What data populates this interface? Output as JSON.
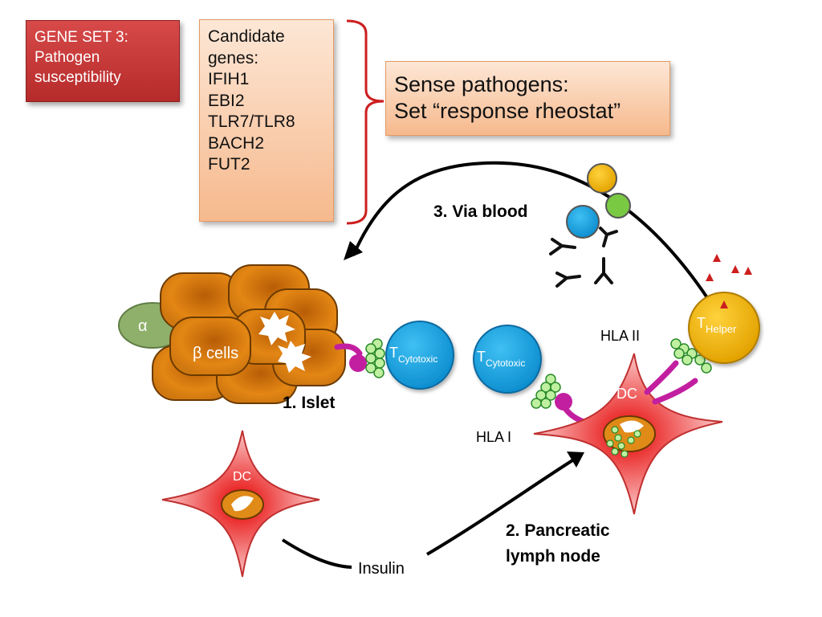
{
  "gene_set": {
    "line1": "GENE SET 3:",
    "line2": "Pathogen",
    "line3": "susceptibility"
  },
  "candidates": {
    "heading1": "Candidate",
    "heading2": "genes:",
    "genes": [
      "IFIH1",
      "EBI2",
      "TLR7/TLR8",
      "BACH2",
      "FUT2"
    ]
  },
  "sense": {
    "line1": "Sense pathogens:",
    "line2": "Set “response rheostat”"
  },
  "labels": {
    "via_blood": "3. Via blood",
    "islet": "1. Islet",
    "lymph_line1": "2. Pancreatic",
    "lymph_line2": "lymph node",
    "insulin": "Insulin",
    "alpha": "α",
    "beta_cells": "β cells",
    "t_letter": "T",
    "cytotoxic": "Cytotoxic",
    "helper": "Helper",
    "hla1": "HLA I",
    "hla2": "HLA II",
    "dc": "DC"
  },
  "colors": {
    "red_accent": "#cc1f1f",
    "t_cell_blue": "#1ea6e0",
    "t_helper_gold": "#f5b400",
    "islet_orange": "#d97a0d",
    "dc_red": "#f05a5a"
  }
}
